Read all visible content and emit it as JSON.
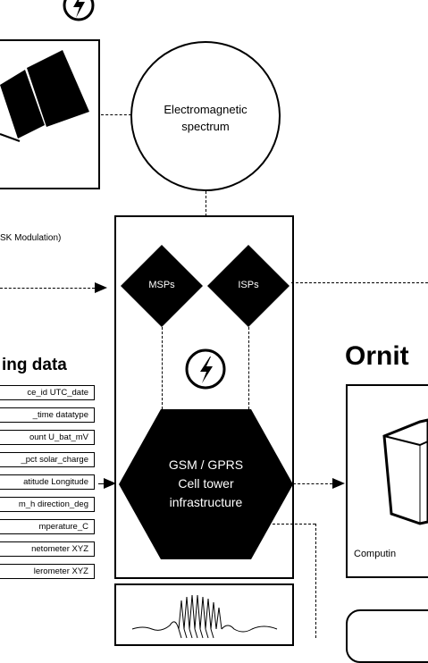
{
  "spectrum": {
    "line1": "Electromagnetic",
    "line2": "spectrum"
  },
  "modulation": {
    "label": "SK Modulation)"
  },
  "diamonds": {
    "msps": "MSPs",
    "isps": "ISPs"
  },
  "hexagon": {
    "line1": "GSM / GPRS",
    "line2": "Cell tower",
    "line3": "infrastructure"
  },
  "data_panel": {
    "heading": "ing data",
    "rows": [
      "ce_id UTC_date",
      "_time datatype",
      "ount U_bat_mV",
      "_pct solar_charge",
      "atitude Longitude",
      "m_h direction_deg",
      "mperature_C",
      "netometer XYZ",
      "lerometer XYZ"
    ]
  },
  "right_panel": {
    "title": "Ornit",
    "computing_label": "Computin"
  },
  "icons": [
    "power-icon",
    "power-icon",
    "solar-panel-icon",
    "cube-icon",
    "wave-icon"
  ]
}
